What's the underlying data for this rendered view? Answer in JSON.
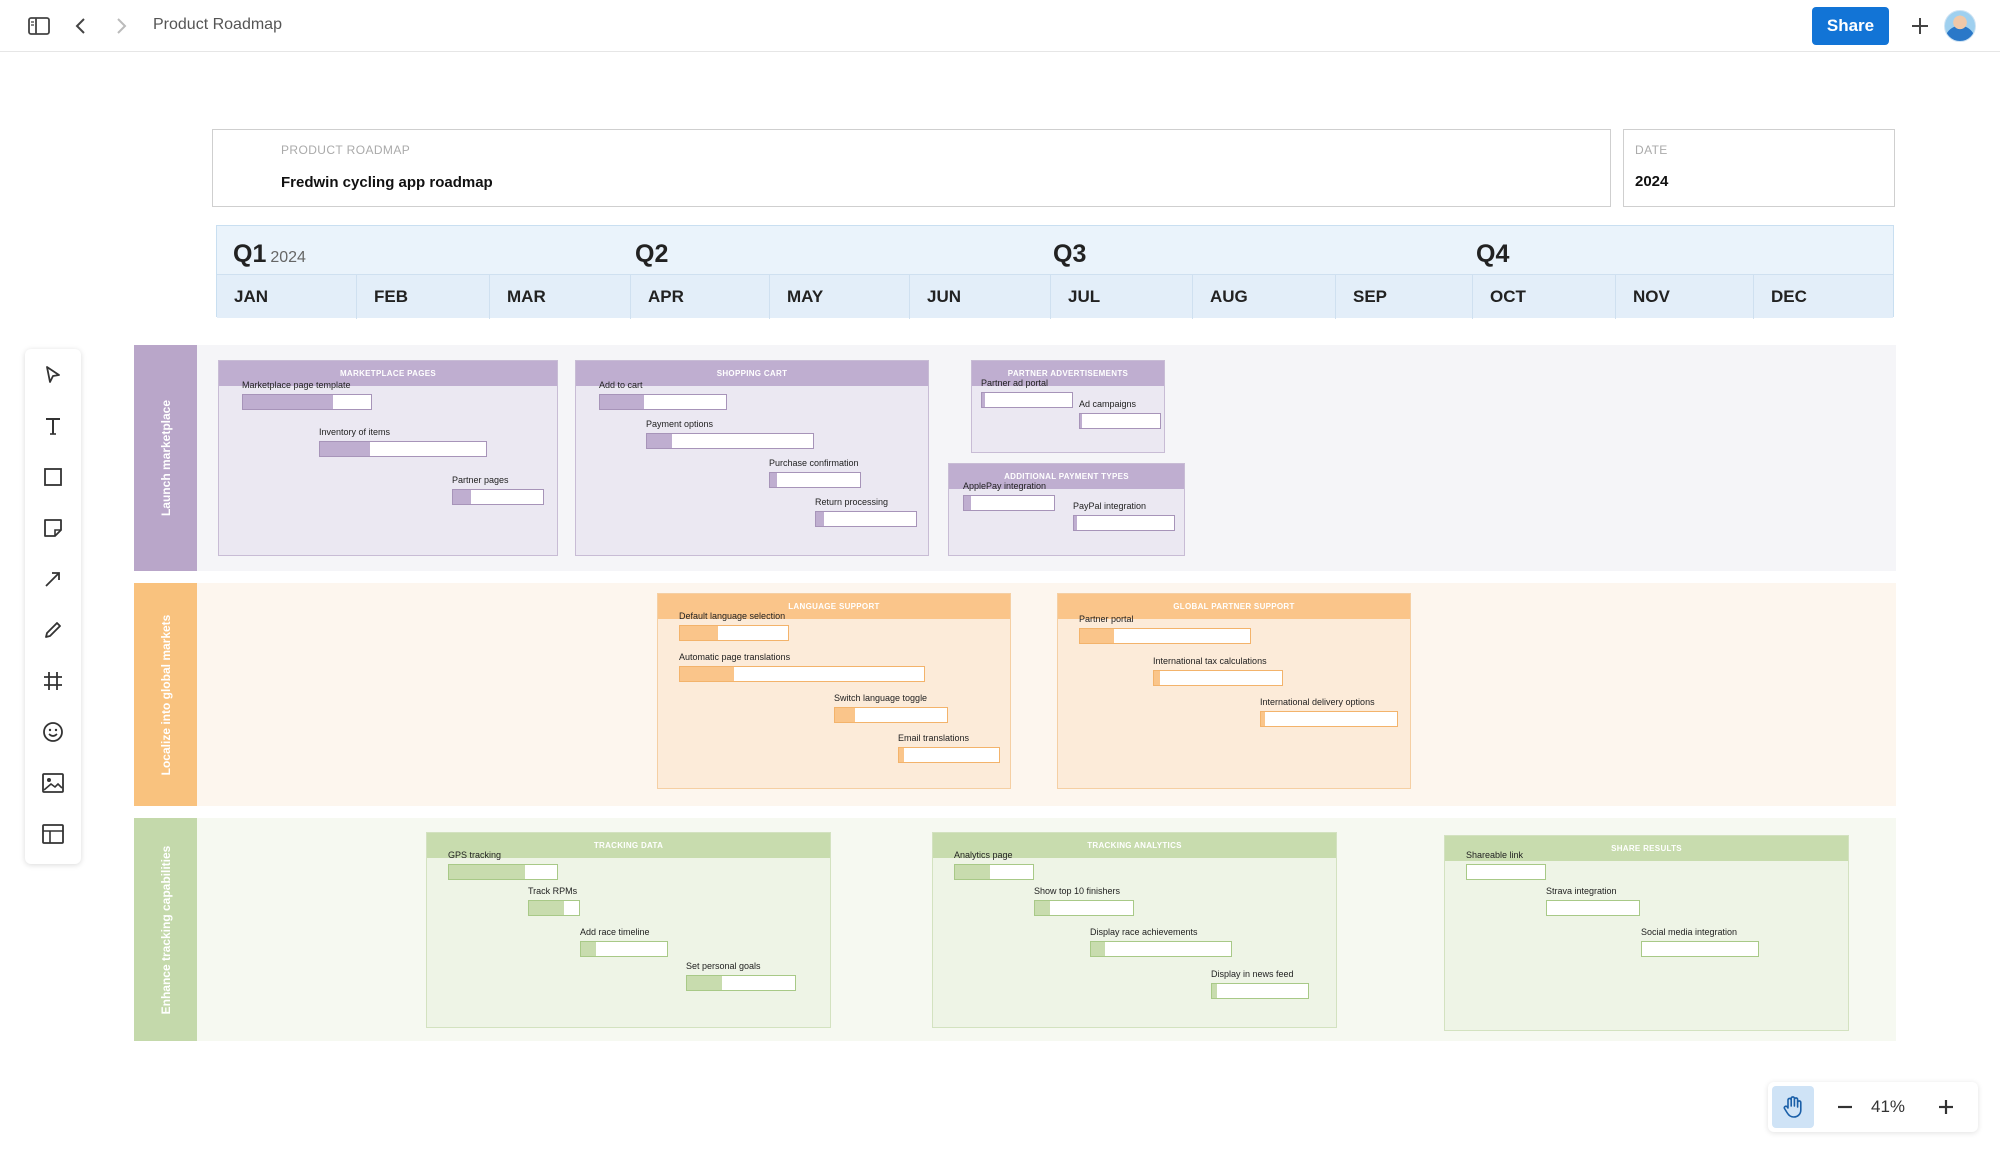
{
  "header": {
    "title": "Product Roadmap",
    "share_label": "Share"
  },
  "roadmap_card": {
    "label": "PRODUCT ROADMAP",
    "value": "Fredwin cycling app roadmap"
  },
  "date_card": {
    "label": "DATE",
    "value": "2024"
  },
  "timeline": {
    "quarters": [
      {
        "label": "Q1",
        "year": "2024"
      },
      {
        "label": "Q2",
        "year": ""
      },
      {
        "label": "Q3",
        "year": ""
      },
      {
        "label": "Q4",
        "year": ""
      }
    ],
    "months": [
      "JAN",
      "FEB",
      "MAR",
      "APR",
      "MAY",
      "JUN",
      "JUL",
      "AUG",
      "SEP",
      "OCT",
      "NOV",
      "DEC"
    ]
  },
  "lanes": [
    {
      "label": "Launch marketplace",
      "colors": {
        "label": "#b9a6c9",
        "bg": "#f5f5f8",
        "epic_bg": "#ebe8f2",
        "head": "#bfaed0",
        "border": "#c8bcd5",
        "fill": "#bfaed0",
        "bar_border": "#a794b9"
      },
      "epics": [
        {
          "title": "MARKETPLACE PAGES",
          "tasks": [
            {
              "label": "Marketplace page template",
              "progress": 0.7
            },
            {
              "label": "Inventory of items",
              "progress": 0.3
            },
            {
              "label": "Partner pages",
              "progress": 0.2
            }
          ]
        },
        {
          "title": "SHOPPING CART",
          "tasks": [
            {
              "label": "Add to cart",
              "progress": 0.35
            },
            {
              "label": "Payment options",
              "progress": 0.15
            },
            {
              "label": "Purchase confirmation",
              "progress": 0.08
            },
            {
              "label": "Return processing",
              "progress": 0.08
            }
          ]
        },
        {
          "title": "PARTNER ADVERTISEMENTS",
          "tasks": [
            {
              "label": "Partner ad portal",
              "progress": 0.03
            },
            {
              "label": "Ad campaigns",
              "progress": 0.03
            }
          ]
        },
        {
          "title": "ADDITIONAL PAYMENT TYPES",
          "tasks": [
            {
              "label": "ApplePay integration",
              "progress": 0.08
            },
            {
              "label": "PayPal integration",
              "progress": 0.03
            }
          ]
        }
      ]
    },
    {
      "label": "Localize into global markets",
      "colors": {
        "label": "#f9c27e",
        "bg": "#fdf6ee",
        "epic_bg": "#fcebd9",
        "head": "#fac58a",
        "border": "#f5cfa3",
        "fill": "#fac58a",
        "bar_border": "#f3b36b"
      },
      "epics": [
        {
          "title": "LANGUAGE SUPPORT",
          "tasks": [
            {
              "label": "Default language selection",
              "progress": 0.35
            },
            {
              "label": "Automatic page translations",
              "progress": 0.22
            },
            {
              "label": "Switch language toggle",
              "progress": 0.18
            },
            {
              "label": "Email translations",
              "progress": 0.05
            }
          ]
        },
        {
          "title": "GLOBAL PARTNER SUPPORT",
          "tasks": [
            {
              "label": "Partner portal",
              "progress": 0.2
            },
            {
              "label": "International tax calculations",
              "progress": 0.05
            },
            {
              "label": "International delivery options",
              "progress": 0.02
            }
          ]
        }
      ]
    },
    {
      "label": "Enhance tracking capabilities",
      "colors": {
        "label": "#c4d9ab",
        "bg": "#f6f9f1",
        "epic_bg": "#eef4e6",
        "head": "#c8dcae",
        "border": "#d3e2c0",
        "fill": "#c8dcae",
        "bar_border": "#a8c987"
      },
      "epics": [
        {
          "title": "TRACKING DATA",
          "tasks": [
            {
              "label": "GPS tracking",
              "progress": 0.7
            },
            {
              "label": "Track RPMs",
              "progress": 0.7
            },
            {
              "label": "Add race timeline",
              "progress": 0.18
            },
            {
              "label": "Set personal goals",
              "progress": 0.32
            }
          ]
        },
        {
          "title": "TRACKING ANALYTICS",
          "tasks": [
            {
              "label": "Analytics page",
              "progress": 0.45
            },
            {
              "label": "Show top 10 finishers",
              "progress": 0.15
            },
            {
              "label": "Display race achievements",
              "progress": 0.1
            },
            {
              "label": "Display in news feed",
              "progress": 0.05
            }
          ]
        },
        {
          "title": "SHARE RESULTS",
          "tasks": [
            {
              "label": "Shareable link",
              "progress": 0
            },
            {
              "label": "Strava integration",
              "progress": 0
            },
            {
              "label": "Social media integration",
              "progress": 0
            }
          ]
        }
      ]
    }
  ],
  "zoom": {
    "level": "41%"
  },
  "icons": {
    "sidebar": "sidebar-toggle-icon",
    "back": "chevron-left-icon",
    "forward": "chevron-right-icon",
    "add": "plus-icon",
    "select": "cursor-icon",
    "text": "text-icon",
    "shape": "rectangle-icon",
    "sticky": "sticky-note-icon",
    "arrow": "arrow-icon",
    "pen": "pen-icon",
    "frame": "frame-icon",
    "emoji": "emoji-icon",
    "image": "image-icon",
    "template": "template-icon",
    "hand": "hand-icon"
  }
}
